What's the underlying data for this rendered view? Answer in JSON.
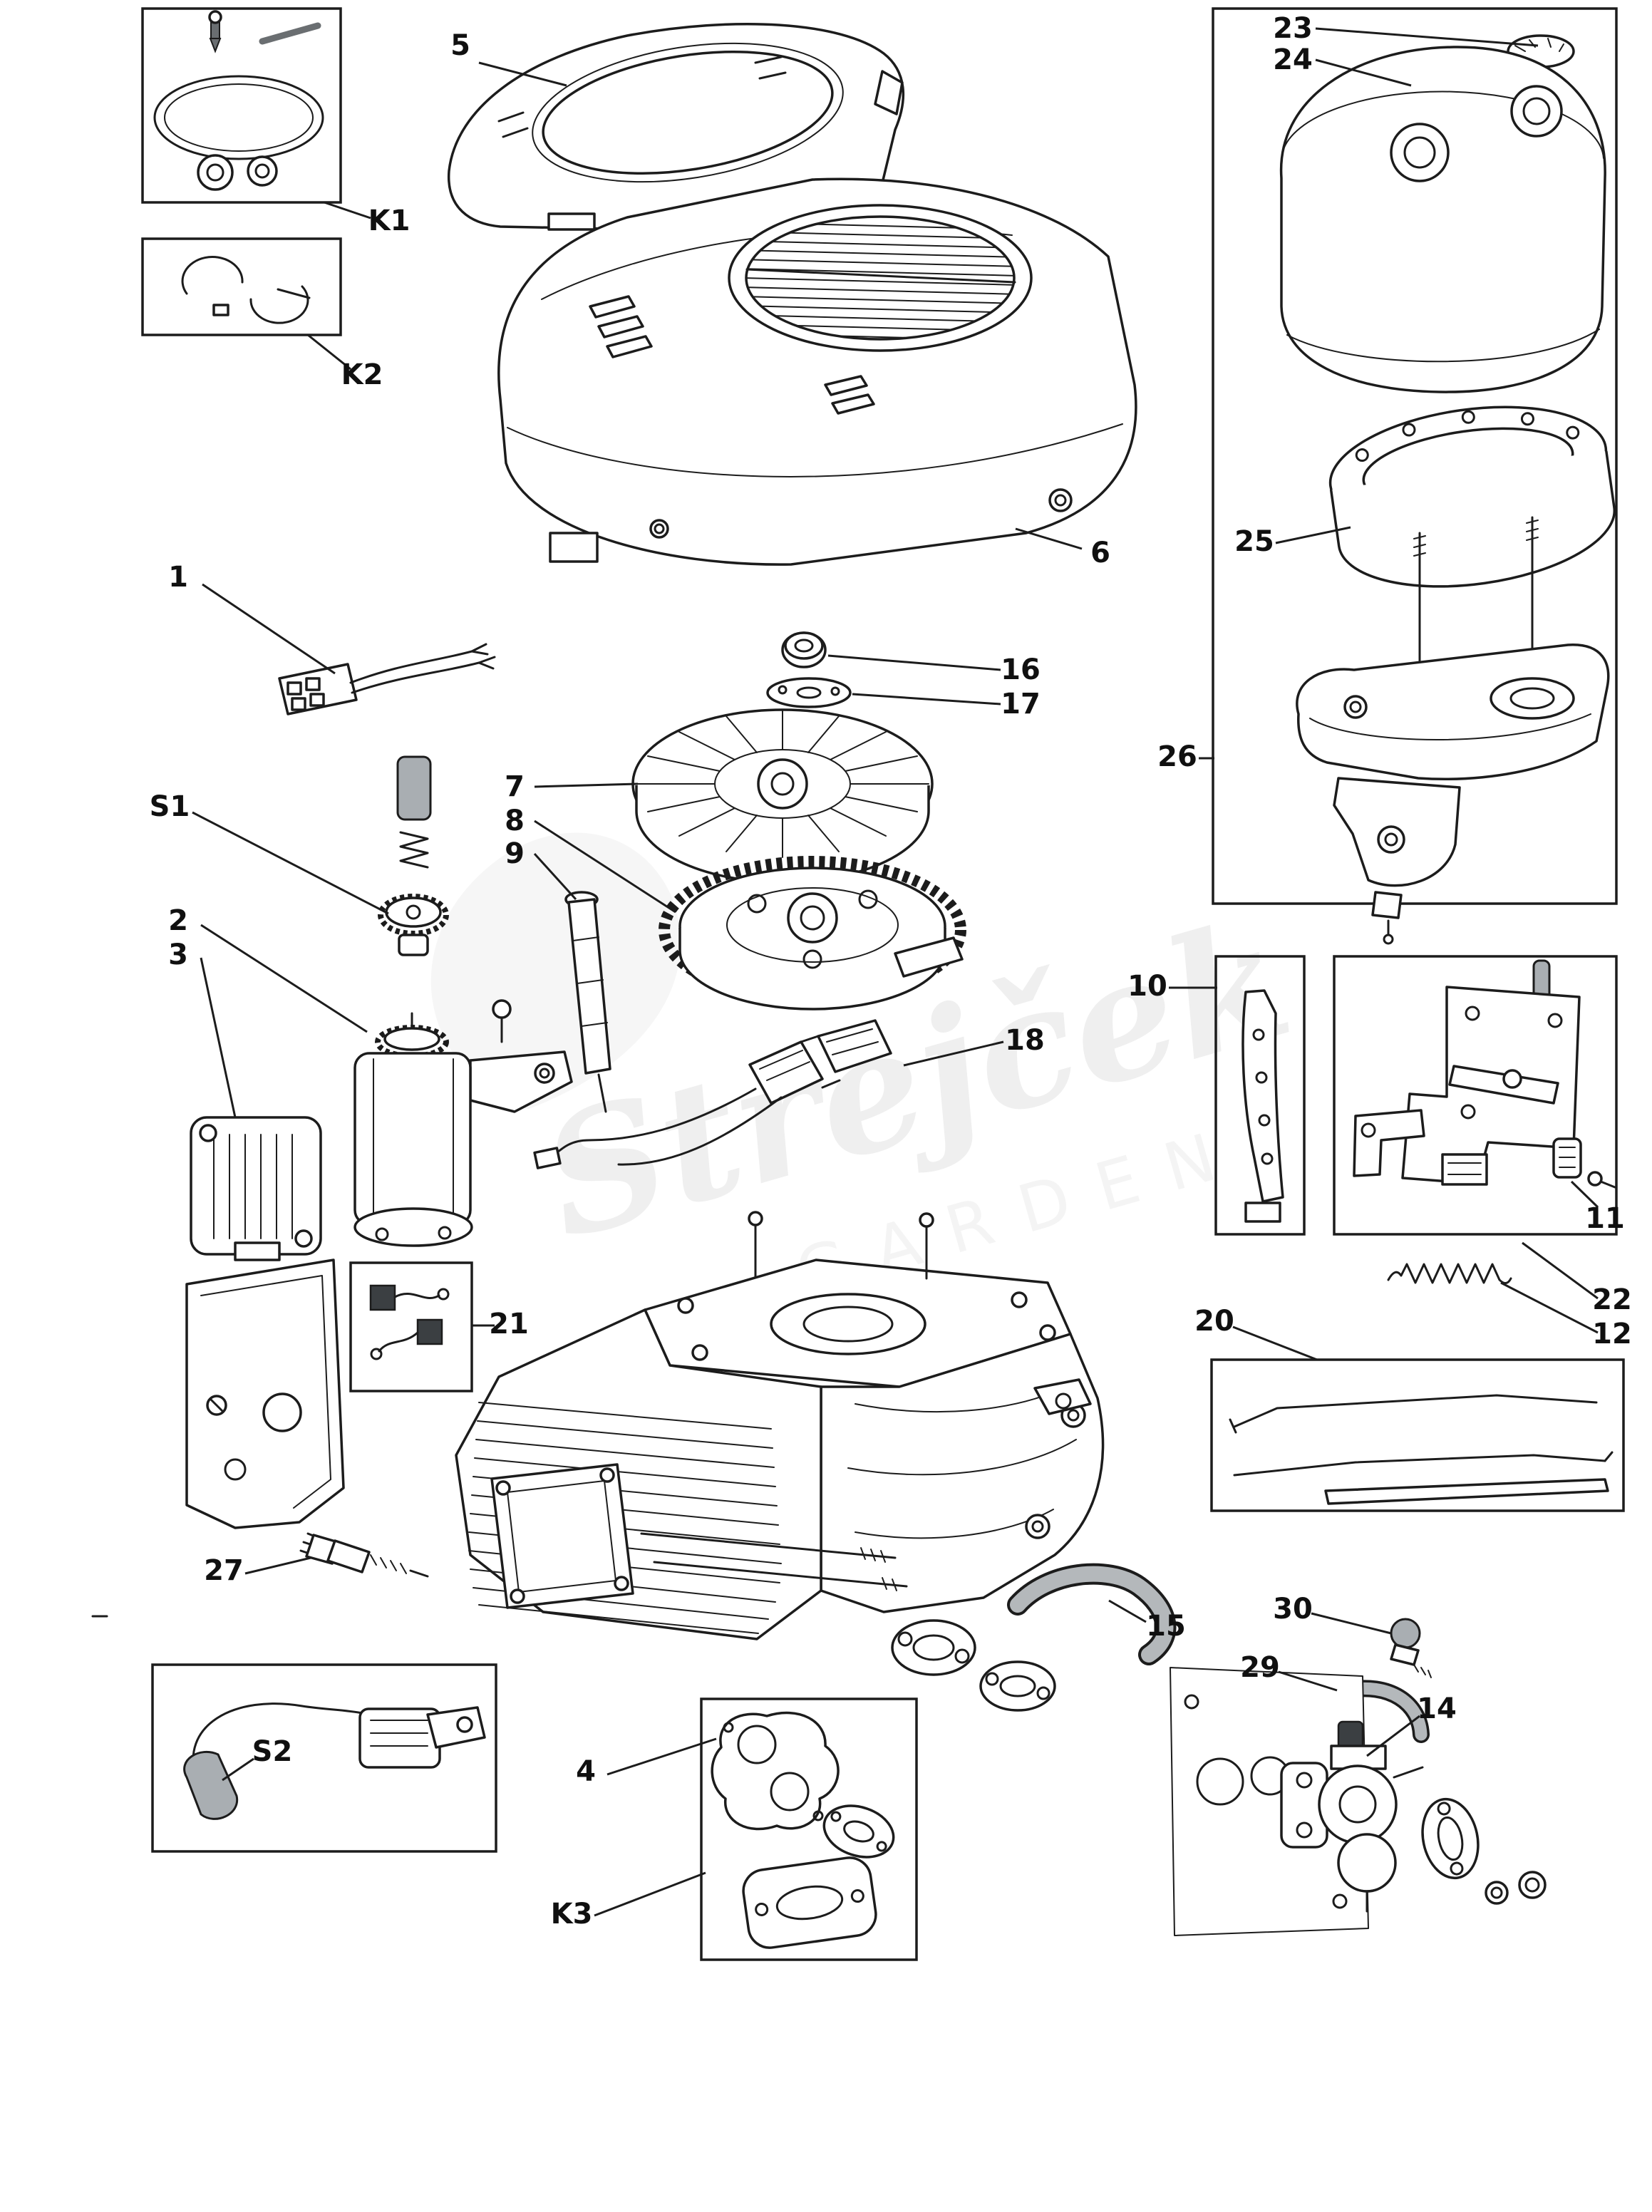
{
  "document": {
    "type": "exploded-parts-diagram",
    "subject": "vertical-shaft engine spare parts"
  },
  "watermark": {
    "line1": "Strejček",
    "line2": "GARDEN"
  },
  "callouts": {
    "k1": "K1",
    "k2": "K2",
    "k3": "K3",
    "s1": "S1",
    "s2": "S2",
    "n1": "1",
    "n2": "2",
    "n3": "3",
    "n4": "4",
    "n5": "5",
    "n6": "6",
    "n7": "7",
    "n8": "8",
    "n9": "9",
    "n10": "10",
    "n11": "11",
    "n12": "12",
    "n14": "14",
    "n15": "15",
    "n16": "16",
    "n17": "17",
    "n18": "18",
    "n20": "20",
    "n21": "21",
    "n22": "22",
    "n23": "23",
    "n24": "24",
    "n25": "25",
    "n26": "26",
    "n27": "27",
    "n29": "29",
    "n30": "30"
  }
}
